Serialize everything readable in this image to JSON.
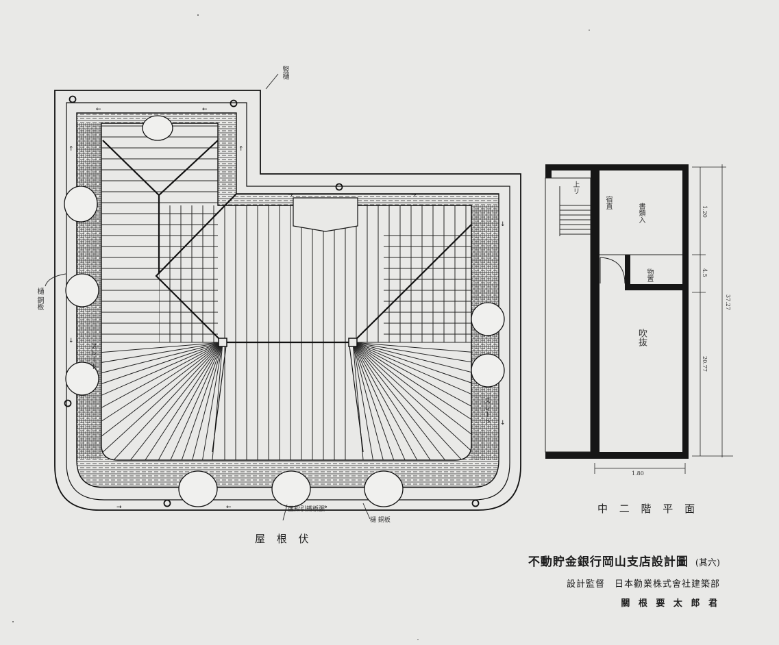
{
  "drawing": {
    "roof_plan_caption": "屋 根 伏",
    "mezzanine_caption": "中 二 階 平 面",
    "title": "不動貯金銀行岡山支店設計圖",
    "title_part": "(其六)",
    "supervision": "設計監督　日本勸業株式會社建築部",
    "author": "關 根 要 太 郎 君"
  },
  "roof_annotations": {
    "downpipe": "竪樋",
    "gutter_copper_left": "樋 銅板",
    "slate_left": "スレート",
    "slate_right": "スレート",
    "leader_bottom_1": "亜鉛引鐵板張",
    "leader_bottom_2": "樋 銅板"
  },
  "mezzanine_annotations": {
    "room_1": "宿直",
    "room_2": "書類入",
    "store": "物置",
    "stair": "上リ",
    "void": "吹抜",
    "dim_1": "1.20",
    "dim_2": "4.5",
    "dim_3": "20.77",
    "dim_total": "37.27",
    "dim_bottom": "1.80"
  }
}
